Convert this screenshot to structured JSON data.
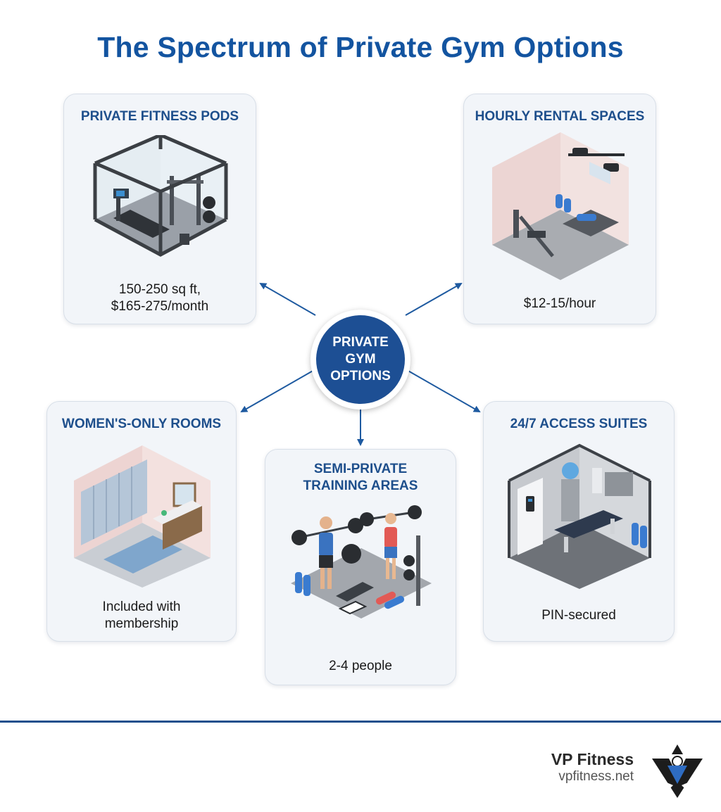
{
  "title": "The Spectrum of Private Gym Options",
  "hub": {
    "label": "PRIVATE\nGYM\nOPTIONS"
  },
  "cards": {
    "pods": {
      "title": "PRIVATE FITNESS PODS",
      "desc": "150-250 sq ft,\n$165-275/month",
      "icon": "glass-pod-gym-illustration"
    },
    "hourly": {
      "title": "HOURLY RENTAL SPACES",
      "desc": "$12-15/hour",
      "icon": "rental-room-illustration"
    },
    "women": {
      "title": "WOMEN'S-ONLY ROOMS",
      "desc": "Included with\nmembership",
      "icon": "locker-room-illustration"
    },
    "semi": {
      "title": "SEMI-PRIVATE\nTRAINING AREAS",
      "desc": "2-4 people",
      "icon": "weightlifting-pair-illustration"
    },
    "access": {
      "title": "24/7 ACCESS SUITES",
      "desc": "PIN-secured",
      "icon": "pin-keypad-suite-illustration"
    }
  },
  "footer": {
    "brand": "VP Fitness",
    "url": "vpfitness.net"
  },
  "colors": {
    "primary": "#1354a0",
    "hub": "#1d4f94",
    "card_bg": "#f2f5f9",
    "arrow": "#1e5aa0"
  }
}
